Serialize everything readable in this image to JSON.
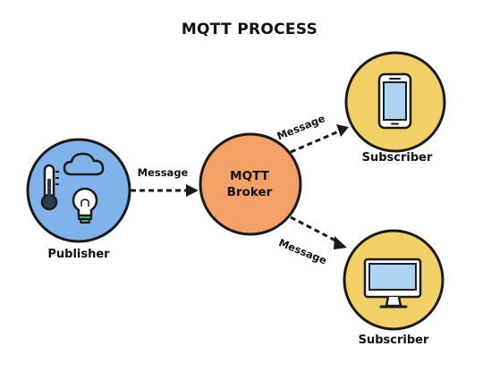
{
  "title": "MQTT PROCESS",
  "publisher": {
    "label": "Publisher",
    "icons": [
      "thermometer-icon",
      "cloud-icon",
      "light-bulb-icon"
    ]
  },
  "broker": {
    "line1": "MQTT",
    "line2": "Broker"
  },
  "messages": {
    "to_broker": "Message",
    "to_subscriber_top": "Message",
    "to_subscriber_bottom": "Message"
  },
  "subscriber_top": {
    "label": "Subscriber",
    "icon": "smartphone-icon"
  },
  "subscriber_bottom": {
    "label": "Subscriber",
    "icon": "desktop-monitor-icon"
  },
  "colors": {
    "publisher_fill": "#7fb3ea",
    "broker_fill": "#f3a166",
    "subscriber_fill": "#f3cf68",
    "outline": "#1a1a1a",
    "screen_fill": "#aed2f2",
    "bulb_base": "#3aa76d"
  }
}
